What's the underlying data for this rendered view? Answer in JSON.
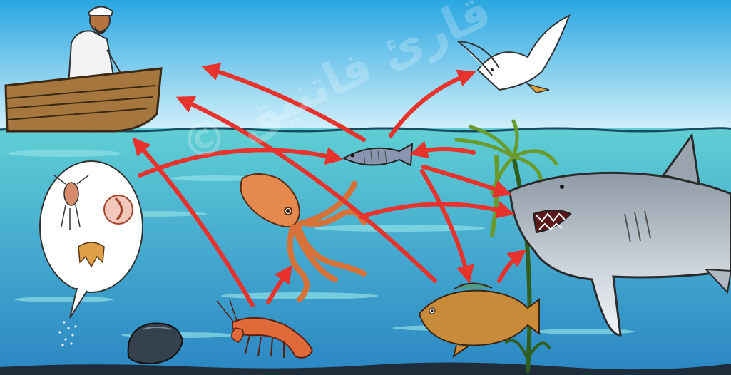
{
  "diagram": {
    "watermark_text": "© قارئ فاتنيق",
    "organisms": [
      {
        "id": "fisherman",
        "icon": "fisherman-in-boat-icon"
      },
      {
        "id": "gull",
        "icon": "seagull-icon"
      },
      {
        "id": "small-fish",
        "icon": "small-fish-icon"
      },
      {
        "id": "seaweed",
        "icon": "seaweed-icon"
      },
      {
        "id": "shark",
        "icon": "shark-icon"
      },
      {
        "id": "octopus",
        "icon": "octopus-icon"
      },
      {
        "id": "plankton",
        "icon": "plankton-bubble-icon"
      },
      {
        "id": "shrimp",
        "icon": "shrimp-icon"
      },
      {
        "id": "grouper",
        "icon": "grouper-fish-icon"
      },
      {
        "id": "rock",
        "icon": "rock-icon"
      }
    ],
    "arrows": [
      {
        "from": "small-fish",
        "to": "fisherman"
      },
      {
        "from": "small-fish",
        "to": "gull"
      },
      {
        "from": "grouper",
        "to": "fisherman"
      },
      {
        "from": "plankton",
        "to": "small-fish"
      },
      {
        "from": "shrimp",
        "to": "fisherman"
      },
      {
        "from": "shrimp",
        "to": "octopus"
      },
      {
        "from": "seaweed",
        "to": "small-fish"
      },
      {
        "from": "small-fish",
        "to": "shark"
      },
      {
        "from": "small-fish",
        "to": "grouper"
      },
      {
        "from": "octopus",
        "to": "shark"
      },
      {
        "from": "grouper",
        "to": "shark"
      }
    ],
    "colors": {
      "sky_top": "#2aa6e0",
      "sky_bottom": "#cdeefb",
      "sea_top": "#5cc7d0",
      "sea_bottom": "#2f8fc8",
      "arrow": "#e8322c"
    }
  }
}
